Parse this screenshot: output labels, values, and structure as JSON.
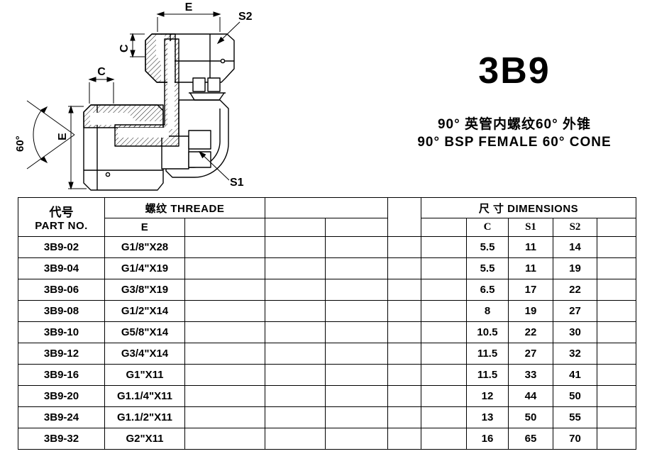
{
  "product": {
    "code": "3B9",
    "subtitle_cn": "90° 英管内螺纹60° 外锥",
    "subtitle_en": "90° BSP FEMALE 60° CONE"
  },
  "drawing": {
    "labels": {
      "dim_e_top": "E",
      "dim_s2": "S2",
      "dim_c_top": "C",
      "dim_c_left": "C",
      "dim_e_left": "E",
      "angle_60": "60°",
      "dim_s1": "S1"
    }
  },
  "table": {
    "headers": {
      "part_no_cn": "代号",
      "part_no_en": "PART NO.",
      "thread_group": "螺纹 THREADE",
      "dimensions_group": "尺  寸 DIMENSIONS",
      "col_e": "E",
      "col_c": "C",
      "col_s1": "S1",
      "col_s2": "S2"
    },
    "rows": [
      {
        "part_no": "3B9-02",
        "thread_e": "G1/8\"X28",
        "c": "5.5",
        "s1": "11",
        "s2": "14"
      },
      {
        "part_no": "3B9-04",
        "thread_e": "G1/4\"X19",
        "c": "5.5",
        "s1": "11",
        "s2": "19"
      },
      {
        "part_no": "3B9-06",
        "thread_e": "G3/8\"X19",
        "c": "6.5",
        "s1": "17",
        "s2": "22"
      },
      {
        "part_no": "3B9-08",
        "thread_e": "G1/2\"X14",
        "c": "8",
        "s1": "19",
        "s2": "27"
      },
      {
        "part_no": "3B9-10",
        "thread_e": "G5/8\"X14",
        "c": "10.5",
        "s1": "22",
        "s2": "30"
      },
      {
        "part_no": "3B9-12",
        "thread_e": "G3/4\"X14",
        "c": "11.5",
        "s1": "27",
        "s2": "32"
      },
      {
        "part_no": "3B9-16",
        "thread_e": "G1\"X11",
        "c": "11.5",
        "s1": "33",
        "s2": "41"
      },
      {
        "part_no": "3B9-20",
        "thread_e": "G1.1/4\"X11",
        "c": "12",
        "s1": "44",
        "s2": "50"
      },
      {
        "part_no": "3B9-24",
        "thread_e": "G1.1/2\"X11",
        "c": "13",
        "s1": "50",
        "s2": "55"
      },
      {
        "part_no": "3B9-32",
        "thread_e": "G2\"X11",
        "c": "16",
        "s1": "65",
        "s2": "70"
      }
    ]
  }
}
